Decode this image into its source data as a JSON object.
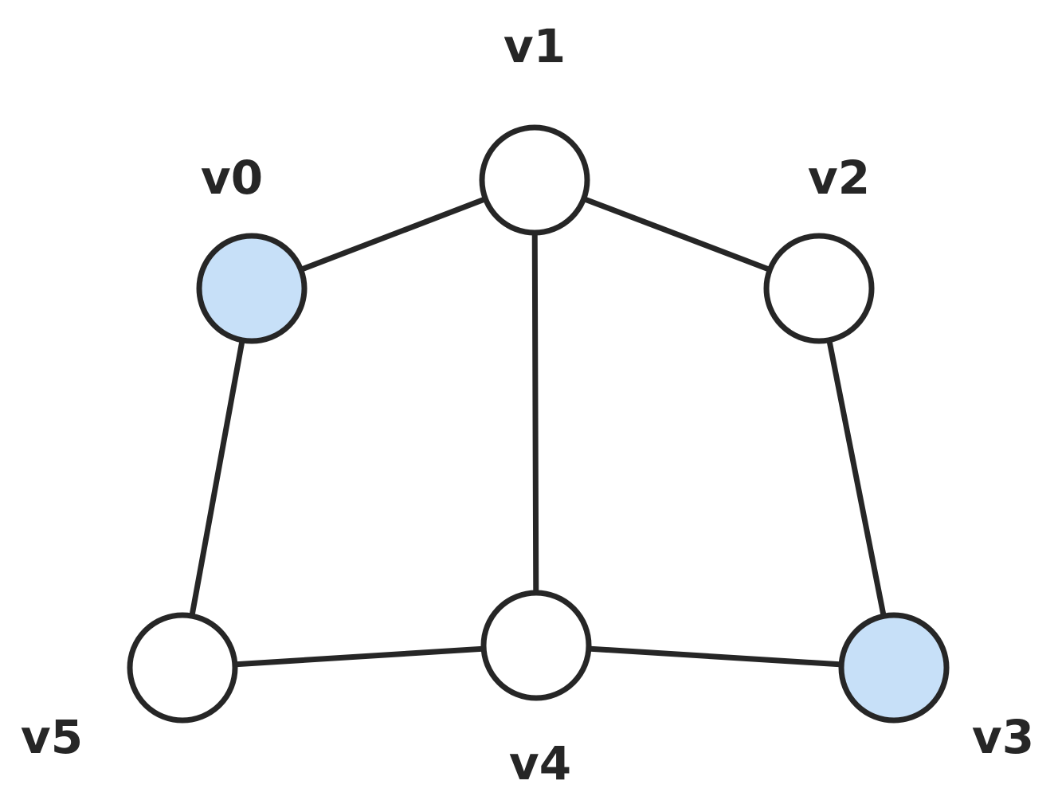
{
  "diagram": {
    "colors": {
      "stroke": "#262626",
      "highlight_fill": "#c7e0f8",
      "default_fill": "#ffffff"
    },
    "nodes": [
      {
        "id": "v0",
        "label": "v0",
        "highlighted": true
      },
      {
        "id": "v1",
        "label": "v1",
        "highlighted": false
      },
      {
        "id": "v2",
        "label": "v2",
        "highlighted": false
      },
      {
        "id": "v3",
        "label": "v3",
        "highlighted": true
      },
      {
        "id": "v4",
        "label": "v4",
        "highlighted": false
      },
      {
        "id": "v5",
        "label": "v5",
        "highlighted": false
      }
    ],
    "edges": [
      [
        "v0",
        "v1"
      ],
      [
        "v1",
        "v2"
      ],
      [
        "v1",
        "v4"
      ],
      [
        "v0",
        "v5"
      ],
      [
        "v2",
        "v3"
      ],
      [
        "v5",
        "v4"
      ],
      [
        "v4",
        "v3"
      ]
    ]
  }
}
